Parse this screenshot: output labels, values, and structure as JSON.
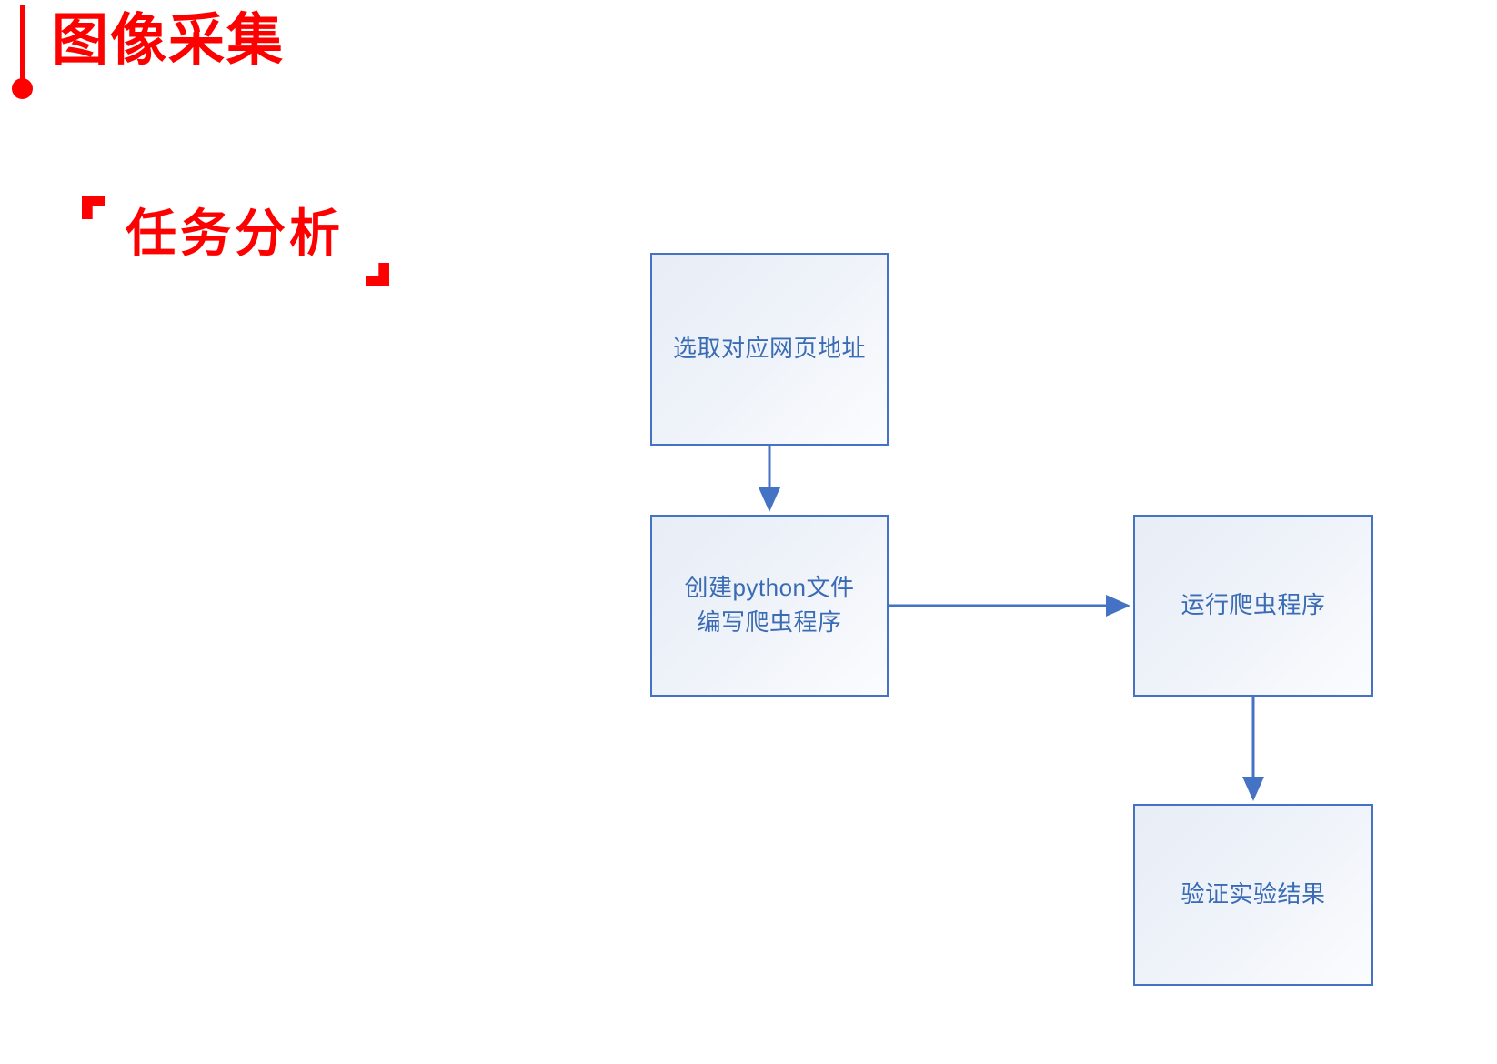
{
  "slide": {
    "title": "图像采集",
    "subtitle": "任务分析",
    "title_color": "#FF0000",
    "accent_color": "#4472C4",
    "box_text_color": "#3A6BB5",
    "background": "#FFFFFF"
  },
  "flowchart": {
    "type": "flow",
    "boxes": [
      {
        "id": "select-url",
        "label": "选取对应网页地址"
      },
      {
        "id": "create-py",
        "label": "创建python文件\n编写爬虫程序"
      },
      {
        "id": "run-spider",
        "label": "运行爬虫程序"
      },
      {
        "id": "verify",
        "label": "验证实验结果"
      }
    ],
    "connectors": [
      {
        "from": "select-url",
        "to": "create-py",
        "direction": "down"
      },
      {
        "from": "create-py",
        "to": "run-spider",
        "direction": "right"
      },
      {
        "from": "run-spider",
        "to": "verify",
        "direction": "down"
      }
    ]
  }
}
